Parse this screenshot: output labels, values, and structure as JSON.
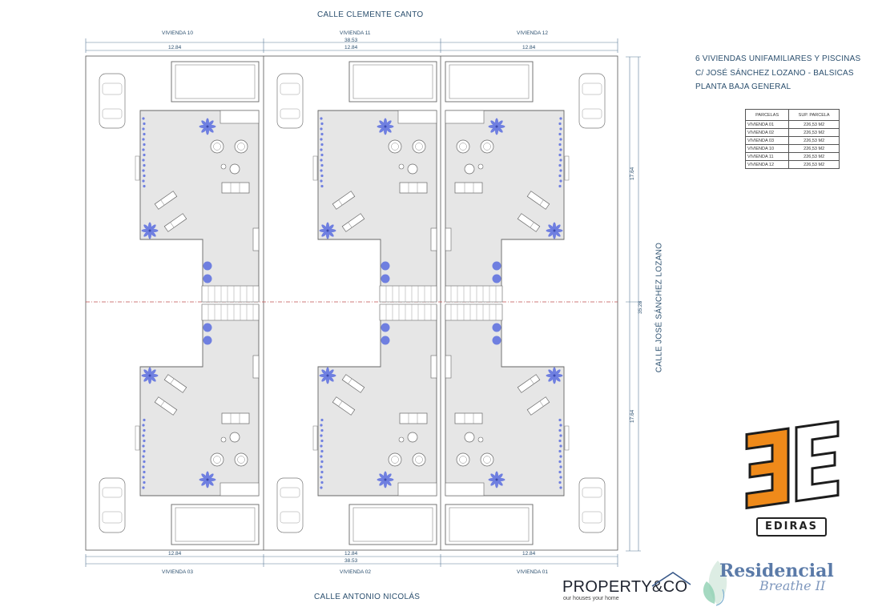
{
  "streets": {
    "top": "CALLE CLEMENTE CANTO",
    "bottom": "CALLE ANTONIO NICOLÁS",
    "right": "CALLE JOSÉ SÁNCHEZ LOZANO"
  },
  "top_labels": [
    "VIVIENDA 10",
    "VIVIENDA 11",
    "VIVIENDA 12"
  ],
  "bottom_labels": [
    "VIVIENDA 03",
    "VIVIENDA 02",
    "VIVIENDA 01"
  ],
  "dimensions": {
    "total_width": "38.53",
    "lot_width": "12.84",
    "total_depth": "35.28",
    "half_depth": "17.64"
  },
  "title_block": {
    "line1": "6 VIVIENDAS UNIFAMILIARES Y PISCINAS",
    "line2": "C/ JOSÉ SÁNCHEZ LOZANO - BALSICAS",
    "line3": "PLANTA BAJA GENERAL"
  },
  "parcelas_table": {
    "headers": [
      "PARCELAS",
      "SUP. PARCELA"
    ],
    "rows": [
      [
        "VIVIENDA 01",
        "226,53 M2"
      ],
      [
        "VIVIENDA 02",
        "226,53 M2"
      ],
      [
        "VIVIENDA 03",
        "226,53 M2"
      ],
      [
        "VIVIENDA 10",
        "226,53 M2"
      ],
      [
        "VIVIENDA 11",
        "226,53 M2"
      ],
      [
        "VIVIENDA 12",
        "226,53 M2"
      ]
    ]
  },
  "logos": {
    "ediras": "EDIRAS",
    "property_name": "PROPERTY&CO",
    "property_tagline": "our houses your home",
    "residencial_line1": "Residencial",
    "residencial_line2": "Breathe II"
  },
  "colors": {
    "line": "#6f7f90",
    "floor": "#e6e6e6",
    "plant": "#6f7fe0",
    "accent_orange": "#ef8a1a",
    "dim_blue": "#2b4f6e"
  }
}
